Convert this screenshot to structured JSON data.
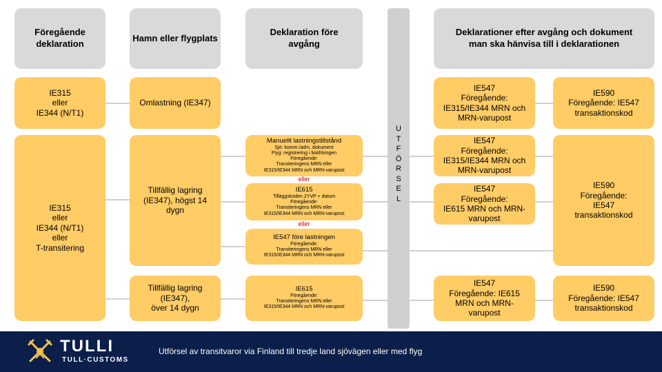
{
  "headers": {
    "col1": "Föregående deklaration",
    "col2": "Hamn eller flygplats",
    "col3": "Deklaration före avgång",
    "col4": "Deklarationer efter avgång och dokument man ska hänvisa till i deklarationen"
  },
  "utforsel": [
    "U",
    "T",
    "F",
    "Ö",
    "R",
    "S",
    "E",
    "L"
  ],
  "col1": {
    "box1": [
      "IE315",
      "eller",
      "IE344 (N/T1)"
    ],
    "box2": [
      "IE315",
      "eller",
      "IE344 (N/T1)",
      "eller",
      "T-transitering"
    ]
  },
  "col2": {
    "box1": "Omlastning (IE347)",
    "box2": [
      "Tillfällig lagring",
      "(IE347), högst 14",
      "dygn"
    ],
    "box3": [
      "Tillfällig lagring",
      "(IE347),",
      "över 14 dygn"
    ]
  },
  "col3": {
    "box1": {
      "title": "Manuellt  lastningstillstånd",
      "lines": [
        "Sjö: komm./adm.  dokument",
        "Flyg: registrering i bokföringen",
        "Föregående:",
        "Transiteringens  MRN eller",
        "IE315/IE344  MRN och MRN-varupost"
      ]
    },
    "eller1": "eller",
    "box2": {
      "title": "IE615",
      "lines": [
        "Tilläggskoden  2YVP  + datum",
        "Föregående:",
        "Transiteringens  MRN eller",
        "IE315/IE344   MRN och MRN-varupost"
      ]
    },
    "eller2": "eller",
    "box3": {
      "title": "IE547  före lastningen",
      "lines": [
        "Föregående:",
        "Transiteringens  MRN eller",
        "IE315/IE344   MRN och MRN-varupost"
      ]
    },
    "box4": {
      "title": "IE615",
      "lines": [
        "Föregående:",
        "Transiteringens  MRN eller",
        "IE315/IE344   MRN och MRN-varupost"
      ]
    }
  },
  "col4": {
    "box1": [
      "IE547",
      "Föregående:",
      "IE315/IE344 MRN och",
      "MRN-varupost"
    ],
    "box2": [
      "IE547",
      "Föregående:",
      "IE315/IE344 MRN och",
      "MRN-varupost"
    ],
    "box3": [
      "IE547",
      "Föregående:",
      "IE615 MRN och MRN-",
      "varupost"
    ],
    "box4": [
      "IE547",
      "Föregående: IE615",
      "MRN och MRN-",
      "varupost"
    ]
  },
  "col5": {
    "box1": [
      "IE590",
      "Föregående:  IE547",
      "transaktionskod"
    ],
    "box2": [
      "IE590",
      "Föregående:",
      "IE547",
      "transaktionskod"
    ],
    "box3": [
      "IE590",
      "Föregående:  IE547",
      "transaktionskod"
    ]
  },
  "footer": {
    "brand": "TULLI",
    "brand_sub": "TULL·CUSTOMS",
    "caption": "Utförsel av transitvaror via Finland till tredje land sjövägen  eller med flyg"
  }
}
